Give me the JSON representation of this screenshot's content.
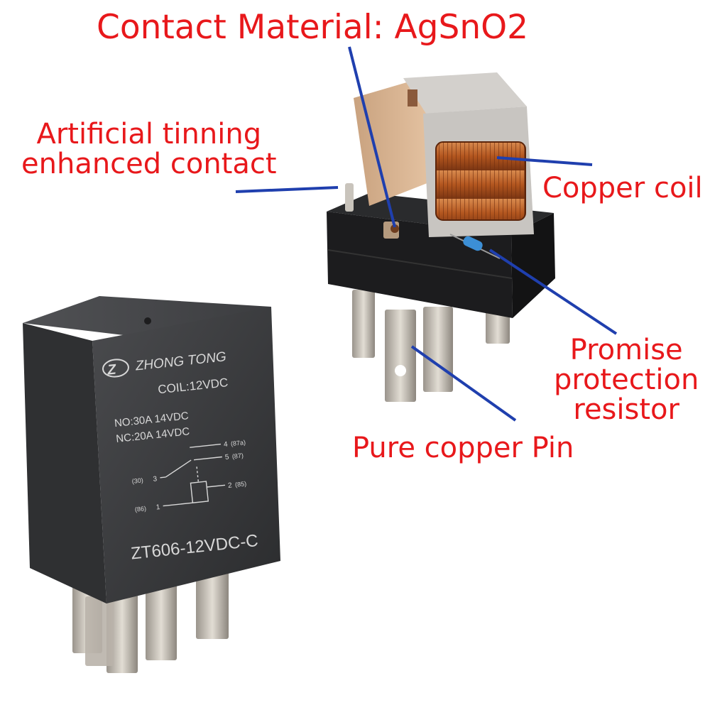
{
  "callouts": {
    "contact_material": "Contact Material: AgSnO2",
    "tinning_line1": "Artificial tinning",
    "tinning_line2": "enhanced contact",
    "copper_coil": "Copper coil",
    "resistor_line1": "Promise",
    "resistor_line2": "protection",
    "resistor_line3": "resistor",
    "copper_pin": "Pure copper Pin"
  },
  "relay_label": {
    "brand": "ZHONG TONG",
    "coil": "COIL:12VDC",
    "no_rating": "NO:30A 14VDC",
    "nc_rating": "NC:20A 14VDC",
    "pin4": "4",
    "pin4_alt": "(87a)",
    "pin5": "5",
    "pin5_alt": "(87)",
    "pin3": "3",
    "pin3_alt": "(30)",
    "pin2": "2",
    "pin2_alt": "(85)",
    "pin1": "1",
    "pin1_alt": "(86)",
    "model": "ZT606-12VDC-C"
  },
  "colors": {
    "callout_text": "#e8181b",
    "leader_line": "#1f3fae",
    "relay_body": "#3a3b3d",
    "coil_copper": "#b8622c"
  }
}
